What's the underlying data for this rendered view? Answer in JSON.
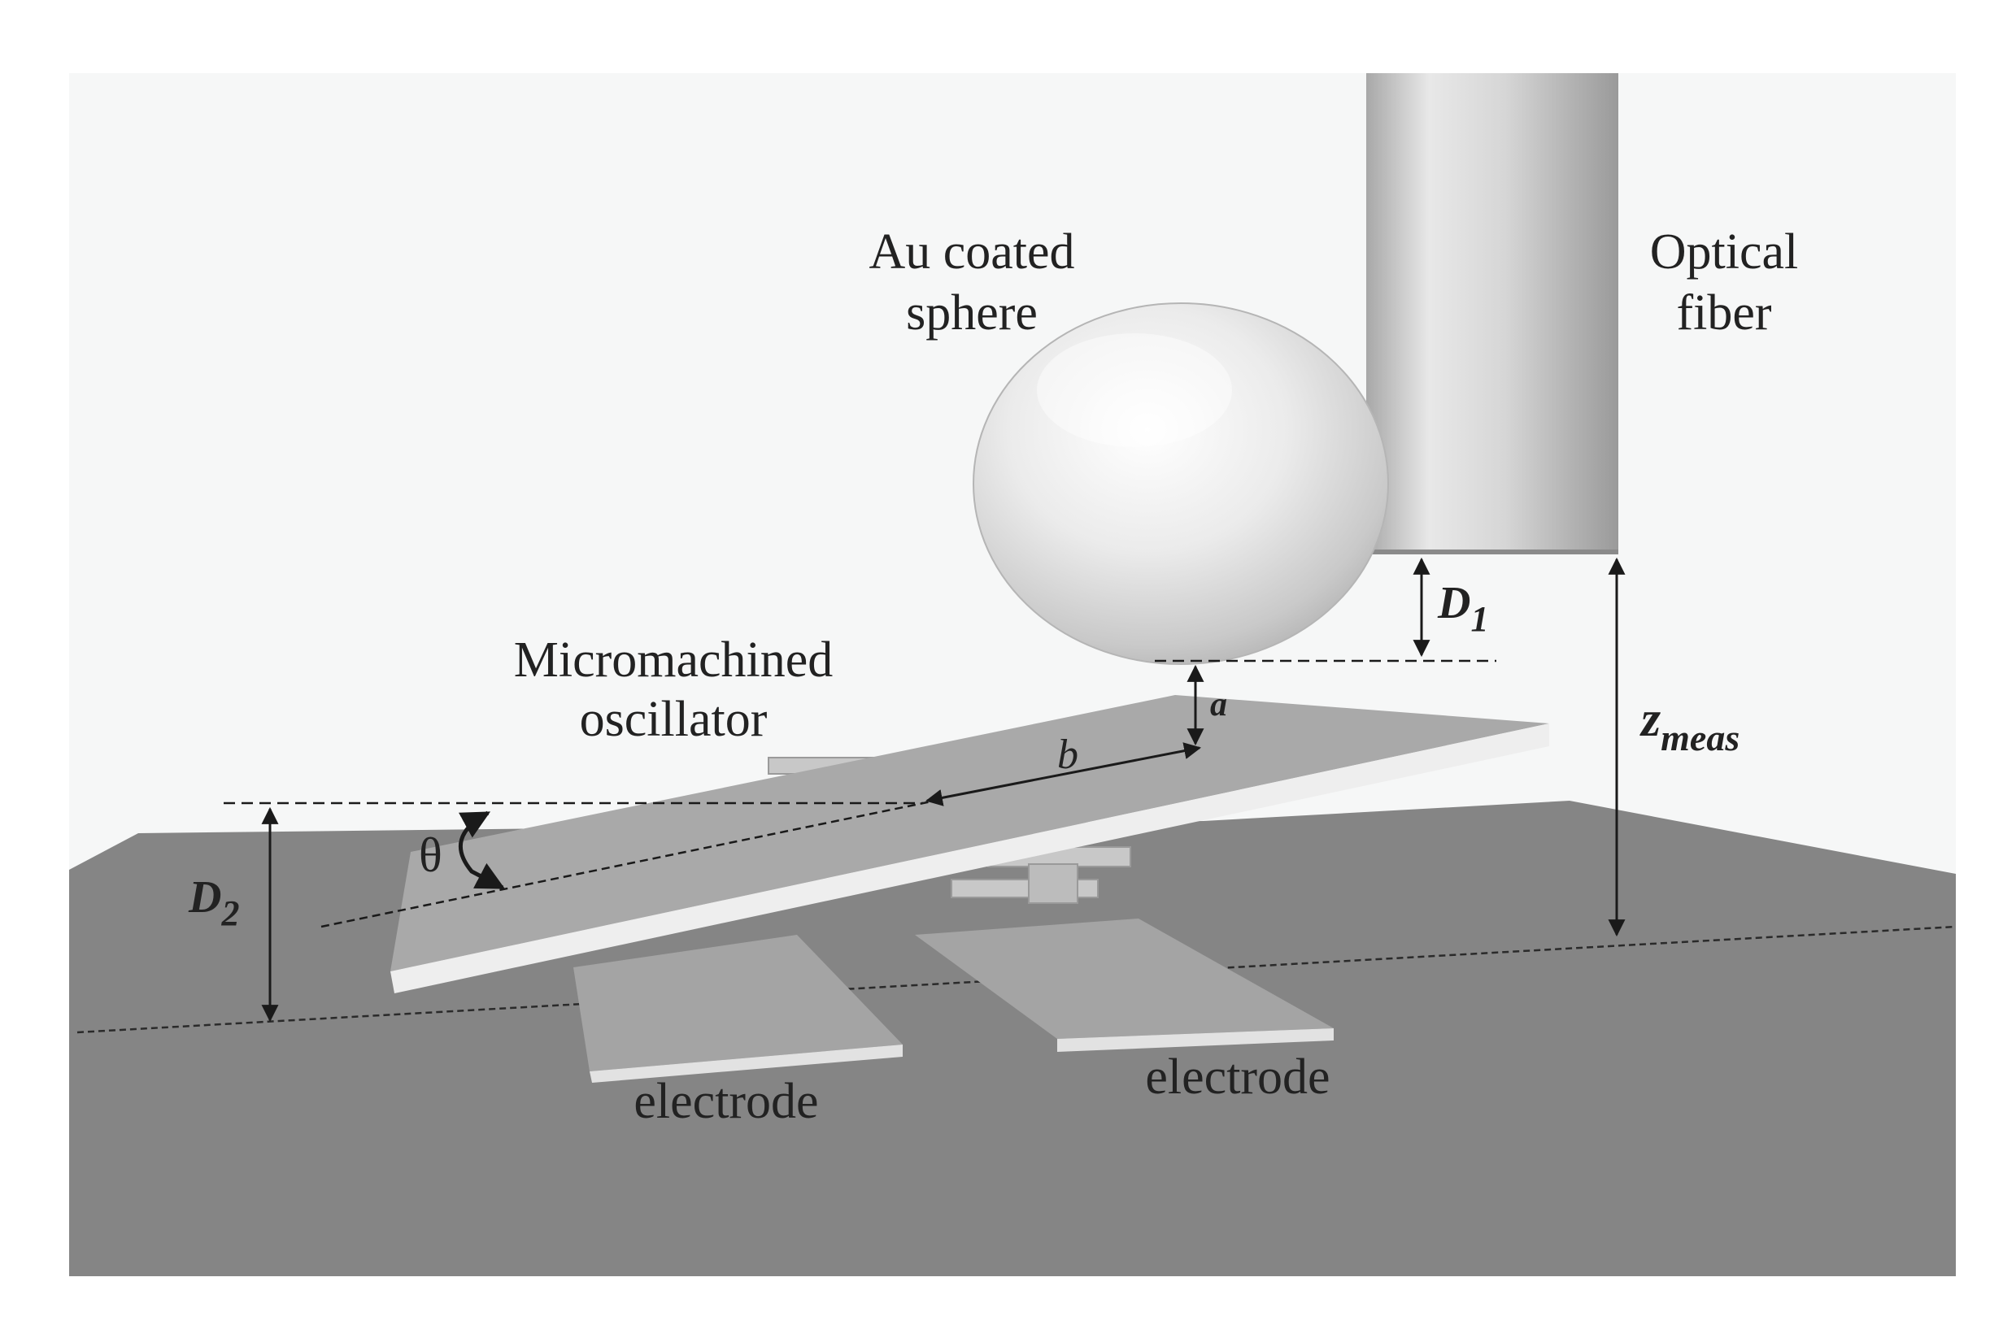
{
  "labels": {
    "sphere_line1": "Au coated",
    "sphere_line2": "sphere",
    "fiber_line1": "Optical",
    "fiber_line2": "fiber",
    "oscillator_line1": "Micromachined",
    "oscillator_line2": "oscillator",
    "electrode_left": "electrode",
    "electrode_right": "electrode"
  },
  "symbols": {
    "d1": "D",
    "d1_sub": "1",
    "d2": "D",
    "d2_sub": "2",
    "a": "a",
    "b": "b",
    "theta": "θ",
    "z": "z",
    "z_sub": "meas"
  },
  "colors": {
    "background_panel": "#f6f7f7",
    "ground": "#858585",
    "plate_top": "#a9a9a9",
    "plate_edge": "#eeeeee",
    "fiber": "#d2d2d2",
    "sphere": "#e6e6e6",
    "ink": "#1a1a1a"
  }
}
